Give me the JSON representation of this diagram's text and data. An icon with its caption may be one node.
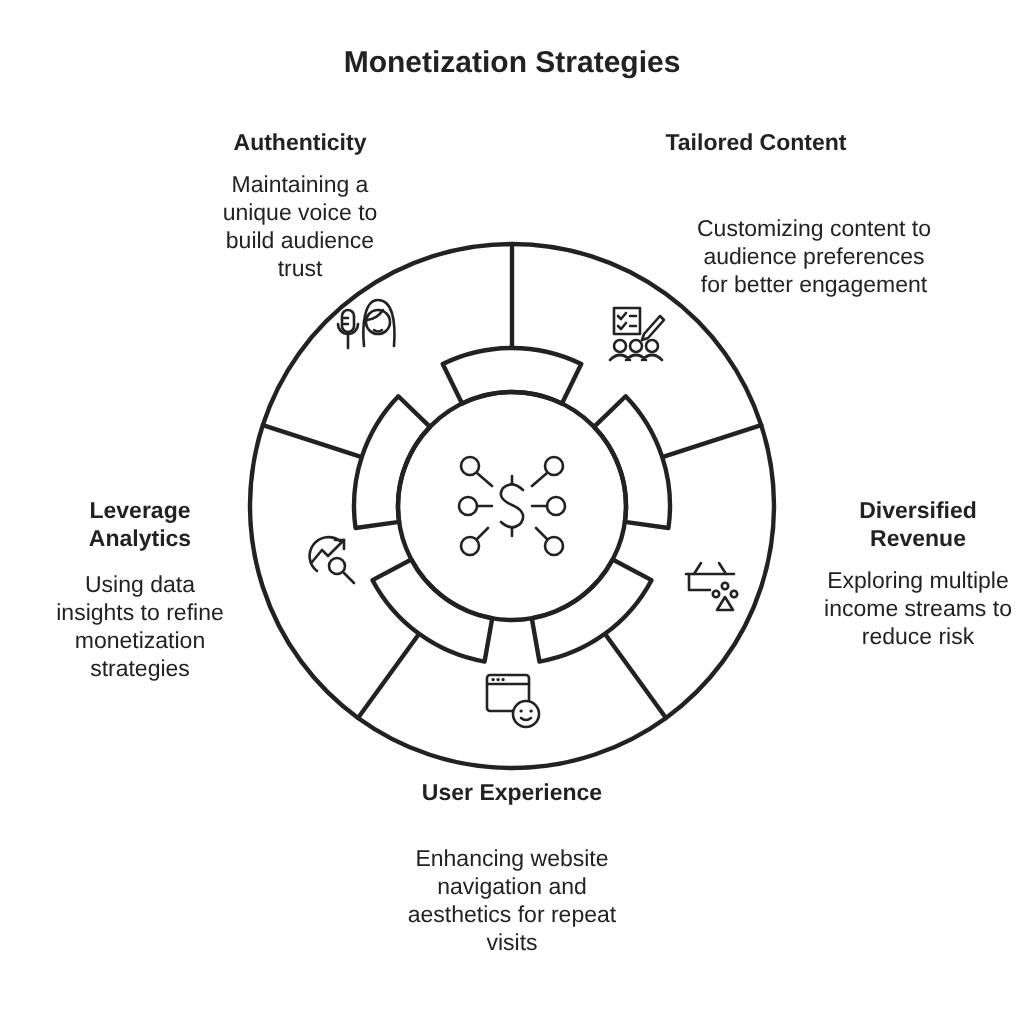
{
  "diagram": {
    "title": "Monetization Strategies",
    "nodes": [
      {
        "text": [
          "Authenticity",
          "Maintaining a unique voice to build audience trust"
        ]
      },
      {
        "text": [
          "Tailored Content",
          "Customizing content to audience preferences for better engagement"
        ]
      },
      {
        "text": [
          "Leverage Analytics",
          "Using data insights to refine monetization strategies"
        ]
      },
      {
        "text": [
          "Diversified Revenue",
          "Exploring multiple income streams to reduce risk"
        ]
      },
      {
        "text": [
          "User Experience",
          "Enhancing website navigation and aesthetics for repeat visits"
        ]
      }
    ]
  }
}
